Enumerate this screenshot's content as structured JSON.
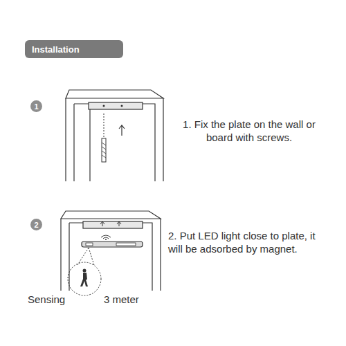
{
  "diagram": {
    "title": "Installation",
    "nodes": [
      {
        "text": [
          "1"
        ]
      },
      {
        "text": [
          "2"
        ]
      }
    ],
    "labels": [
      "1. Fix the plate on the wall or board with screws.",
      "2. Put LED light close to plate, it will be adsorbed by magnet.",
      "Sensing",
      "3 meter"
    ]
  }
}
